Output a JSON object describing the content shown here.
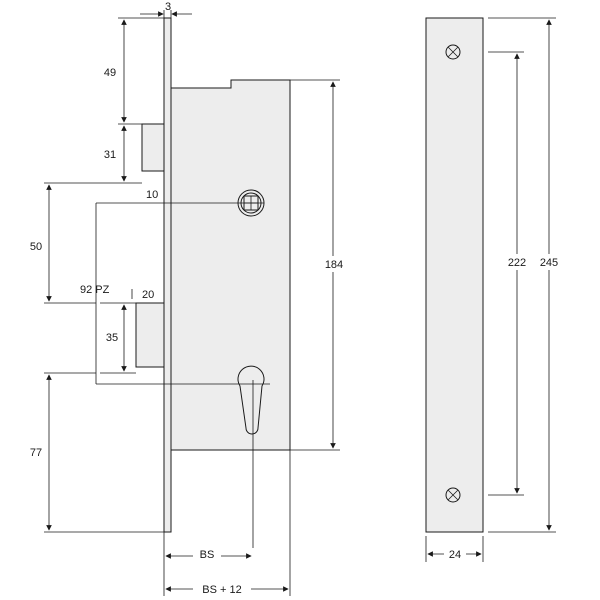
{
  "dimensions": {
    "plate_thickness": "3",
    "top_to_latch": "49",
    "latch_height": "31",
    "latch_to_spindle_offset": "10",
    "spindle_offset": "50",
    "backset_pz": "92 PZ",
    "deadbolt_offset": "20",
    "deadbolt_height": "35",
    "bottom_offset": "77",
    "case_height": "184",
    "backset": "BS",
    "backset_plus": "BS + 12",
    "screw_spacing": "222",
    "plate_height": "245",
    "plate_width": "24"
  }
}
